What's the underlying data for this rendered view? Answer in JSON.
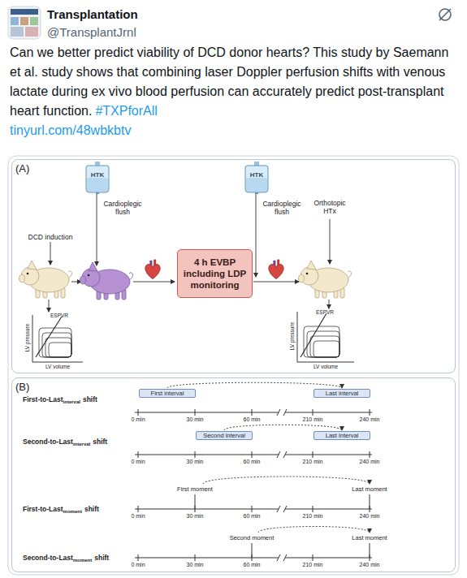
{
  "diagram": {
    "nodes": [
      {
        "text": [
          "(A)"
        ]
      },
      {
        "text": [
          "HTK"
        ],
        "in": 0
      },
      {
        "text": [
          "4 h EVBP including LDP monitoring"
        ],
        "in": 0
      },
      {
        "text": [
          "HTK"
        ],
        "in": 0
      },
      {
        "text": [
          "(B)"
        ]
      },
      {
        "text": [
          "First interval"
        ],
        "in": 4
      },
      {
        "text": [
          "Last interval"
        ],
        "in": 4
      },
      {
        "text": [
          "Second interval"
        ],
        "in": 4
      },
      {
        "text": [
          "Last interval"
        ],
        "in": 4
      }
    ],
    "edges": [
      {
        "from": 5,
        "to": 6,
        "arrow": "to"
      },
      {
        "from": 7,
        "to": 8,
        "arrow": "to"
      }
    ],
    "labels": [
      "Transplantation",
      "@TransplantJrnl",
      "Can we better predict viability of DCD donor hearts? This study by Saemann et al. study shows that combining laser Doppler perfusion shifts with venous lactate during ex vivo blood perfusion can accurately predict post-transplant heart function.",
      "#TXPforAll",
      "tinyurl.com/48wbkbtv",
      "DCD induction",
      "Cardioplegic flush",
      "Cardioplegic flush",
      "Orthotopic HTx",
      "ESPVR",
      "LV pressure",
      "LV volume",
      "ESPVR",
      "LV pressure",
      "LV volume",
      "First-to-Last",
      "interval",
      "shift",
      "0 min",
      "30 min",
      "60 min",
      "210 min",
      "240 min",
      "Second-to-Last",
      "interval",
      "shift",
      "0 min",
      "30 min",
      "60 min",
      "210 min",
      "240 min",
      "First-to-Last",
      "moment",
      "shift",
      "First moment",
      "Last moment",
      "0 min",
      "30 min",
      "60 min",
      "210 min",
      "240 min",
      "Second-to-Last",
      "moment",
      "shift",
      "Second moment",
      "Last moment",
      "0 min",
      "30 min",
      "60 min",
      "210 min",
      "240 min"
    ]
  }
}
